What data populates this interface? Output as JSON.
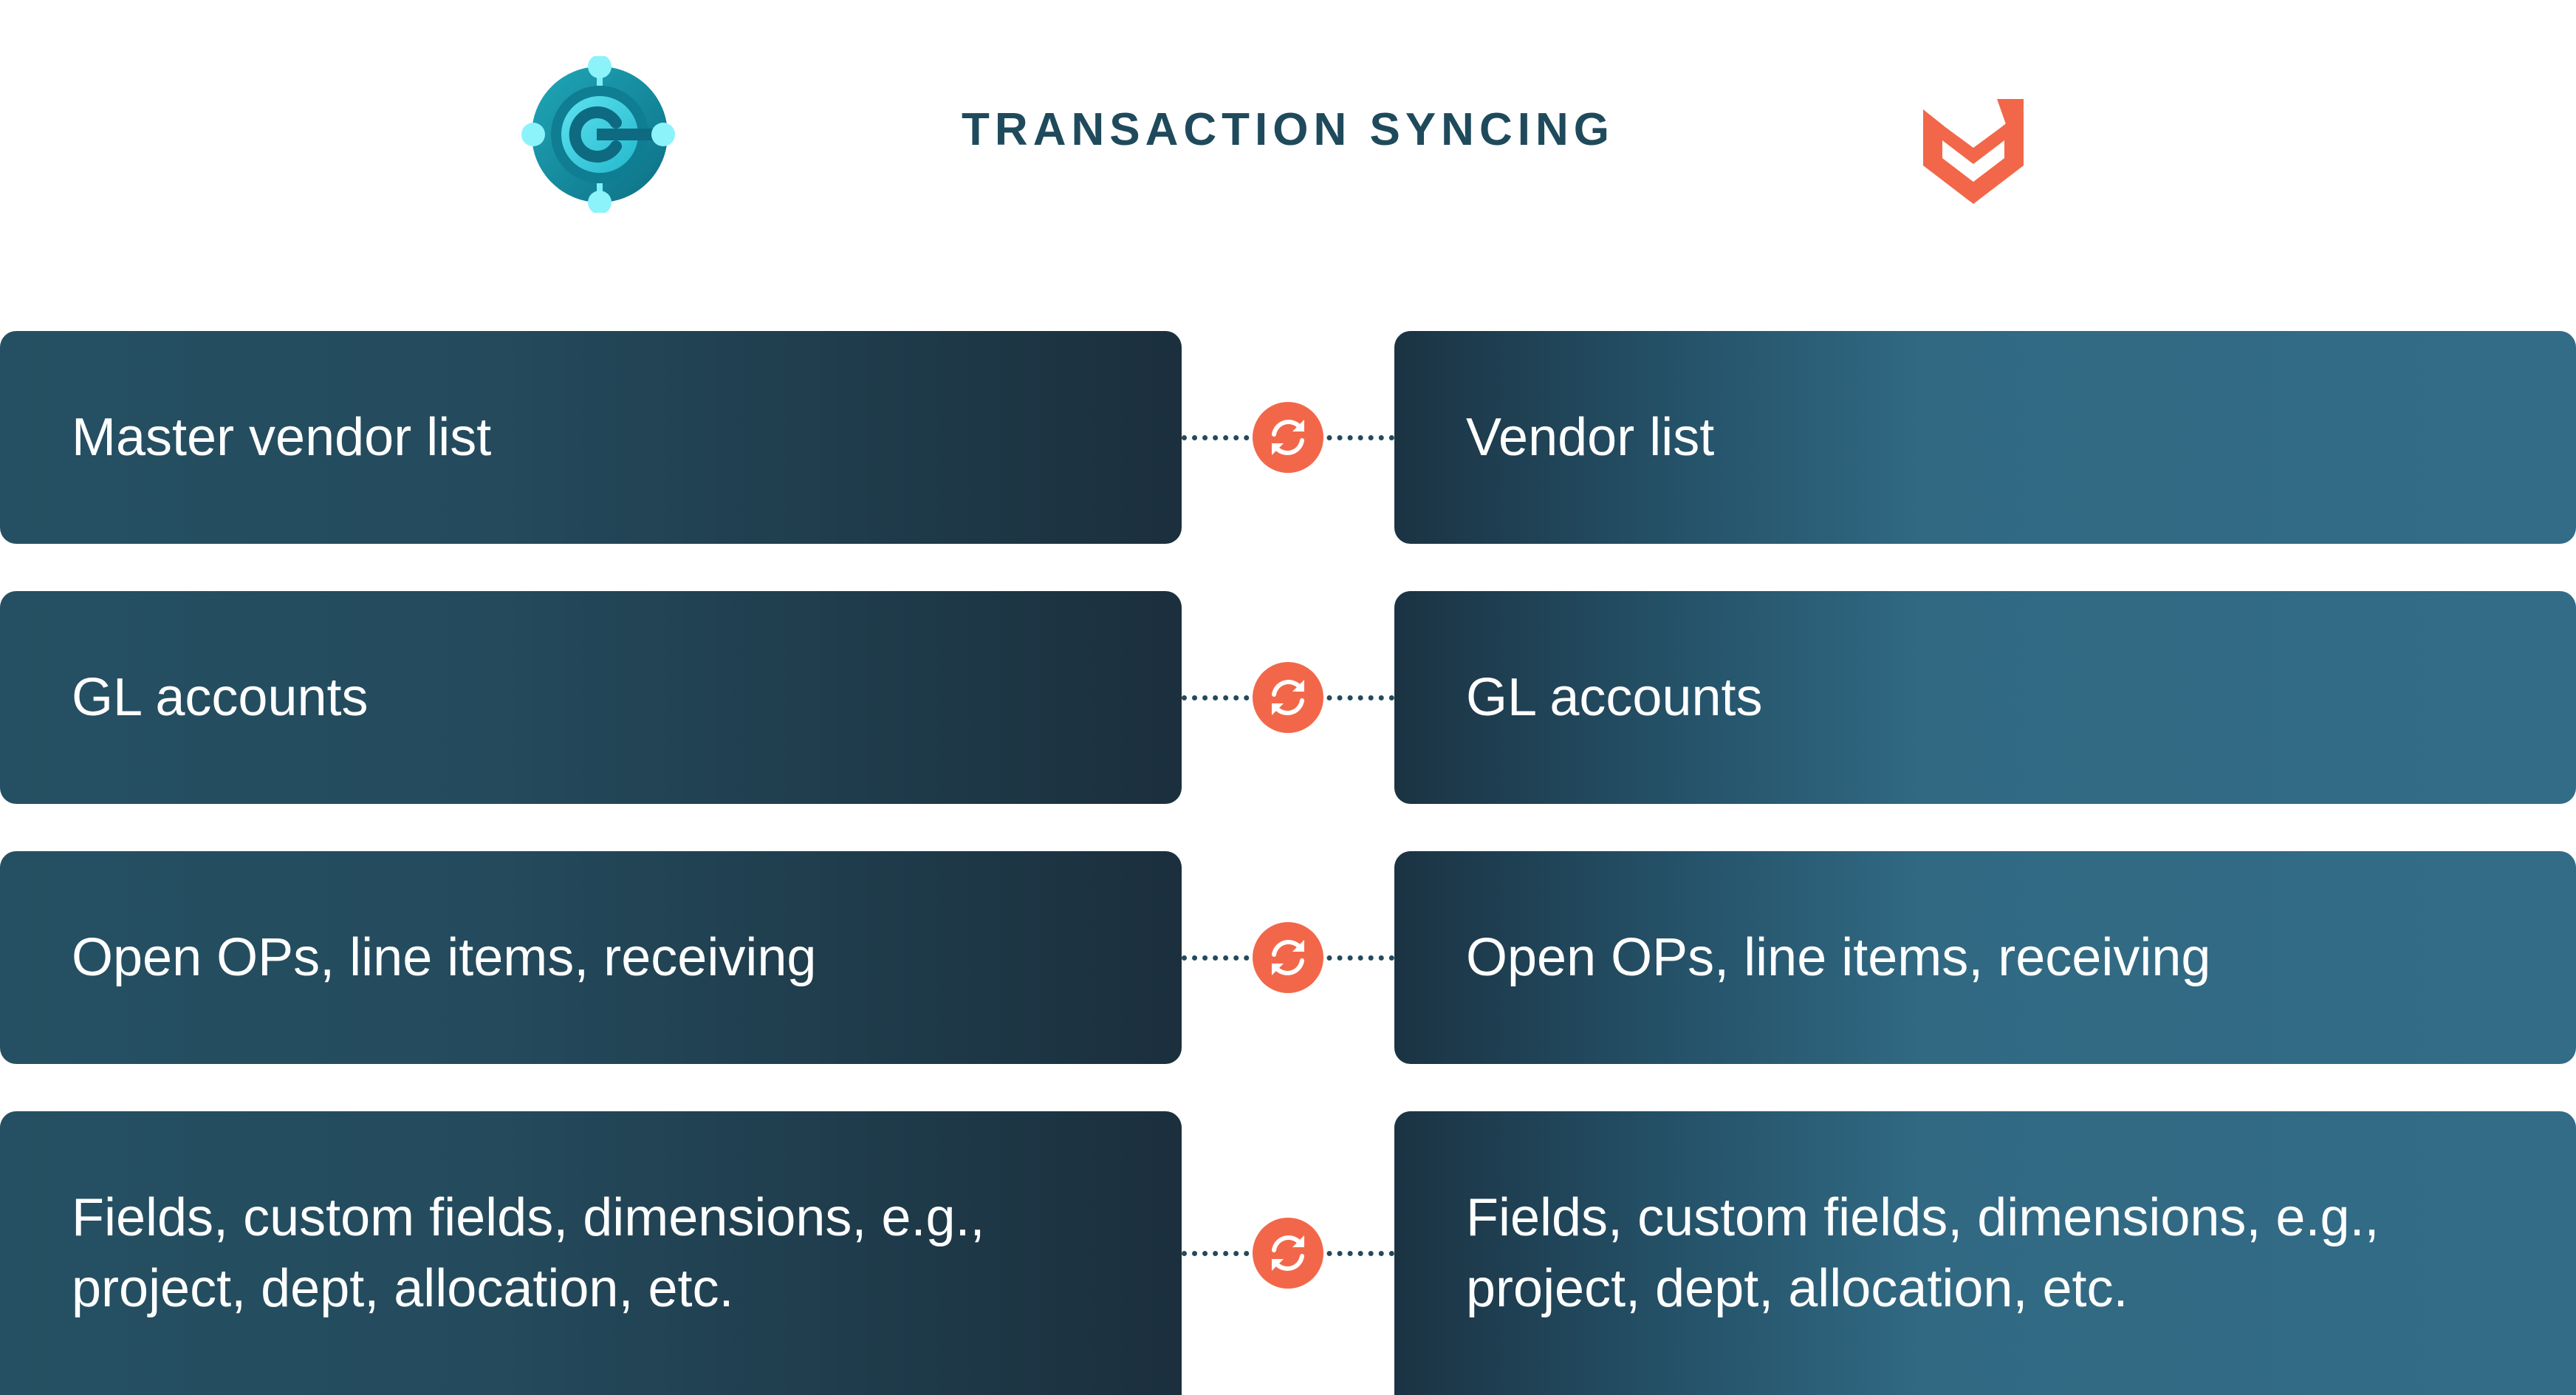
{
  "header": {
    "title": "TRANSACTION SYNCING",
    "left_logo": "business-central-logo",
    "right_logo": "vendor-portal-logo"
  },
  "rows": [
    {
      "left_label": "Master vendor list",
      "right_label": "Vendor list"
    },
    {
      "left_label": "GL accounts",
      "right_label": "GL accounts"
    },
    {
      "left_label": "Open OPs, line items, receiving",
      "right_label": "Open OPs, line items, receiving"
    },
    {
      "left_label": "Fields, custom fields, dimensions, e.g.,\nproject, dept, allocation, etc.",
      "right_label": "Fields, custom fields, dimensions, e.g.,\nproject, dept, allocation, etc."
    }
  ],
  "icons": {
    "sync": "sync-icon"
  },
  "colors": {
    "title": "#1f4a5c",
    "sync_accent": "#f26749",
    "left_box_dark": "#1b2f3d",
    "right_box_light": "#336c87"
  }
}
